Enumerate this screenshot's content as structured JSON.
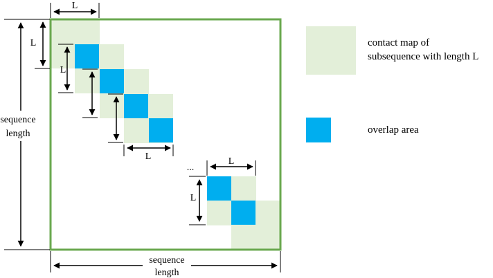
{
  "colors": {
    "frame": "#6aa84f",
    "contact": "#e3efd9",
    "overlap": "#00aeef",
    "ink": "#000000"
  },
  "labels": {
    "block_size": "L",
    "axis_left": [
      "sequence",
      "length"
    ],
    "axis_bottom": [
      "sequence",
      "length"
    ],
    "ellipsis": "..."
  },
  "legend": {
    "contact_line1": "contact map of",
    "contact_line2": "subsequence with length L",
    "overlap": "overlap area"
  }
}
